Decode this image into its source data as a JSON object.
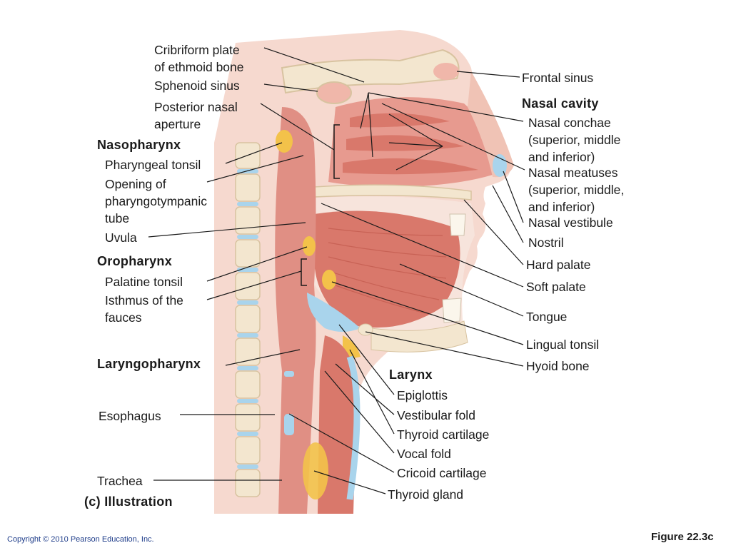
{
  "labels": {
    "cribriform": "Cribriform plate\nof ethmoid bone",
    "sphenoid": "Sphenoid sinus",
    "posterior_aperture": "Posterior nasal\naperture",
    "nasopharynx": "Nasopharynx",
    "pharyngeal_tonsil": "Pharyngeal tonsil",
    "pharyngotympanic": "Opening of\npharyngotympanic\ntube",
    "uvula": "Uvula",
    "oropharynx": "Oropharynx",
    "palatine_tonsil": "Palatine tonsil",
    "isthmus": "Isthmus of the\nfauces",
    "laryngopharynx": "Laryngopharynx",
    "esophagus": "Esophagus",
    "trachea": "Trachea",
    "illustration": "(c) Illustration",
    "frontal_sinus": "Frontal sinus",
    "nasal_cavity": "Nasal cavity",
    "nasal_conchae": "Nasal conchae\n(superior, middle\nand inferior)",
    "nasal_meatuses": "Nasal meatuses\n(superior, middle,\nand inferior)",
    "nasal_vestibule": "Nasal vestibule",
    "nostril": "Nostril",
    "hard_palate": "Hard palate",
    "soft_palate": "Soft palate",
    "tongue": "Tongue",
    "lingual_tonsil": "Lingual tonsil",
    "hyoid_bone": "Hyoid bone",
    "larynx": "Larynx",
    "epiglottis": "Epiglottis",
    "vestibular_fold": "Vestibular fold",
    "thyroid_cartilage": "Thyroid cartilage",
    "vocal_fold": "Vocal fold",
    "cricoid_cartilage": "Cricoid cartilage",
    "thyroid_gland": "Thyroid gland"
  },
  "footer": {
    "copyright": "Copyright © 2010 Pearson Education, Inc.",
    "figure": "Figure 22.3c"
  },
  "colors": {
    "soft_tissue": "#f2c4b8",
    "muscle": "#d9786b",
    "mucosa": "#e79a8f",
    "bone": "#f3e6cf",
    "cartilage_blue": "#a9d4ec",
    "fat_yellow": "#f3c24a",
    "line": "#1a1a1a"
  }
}
